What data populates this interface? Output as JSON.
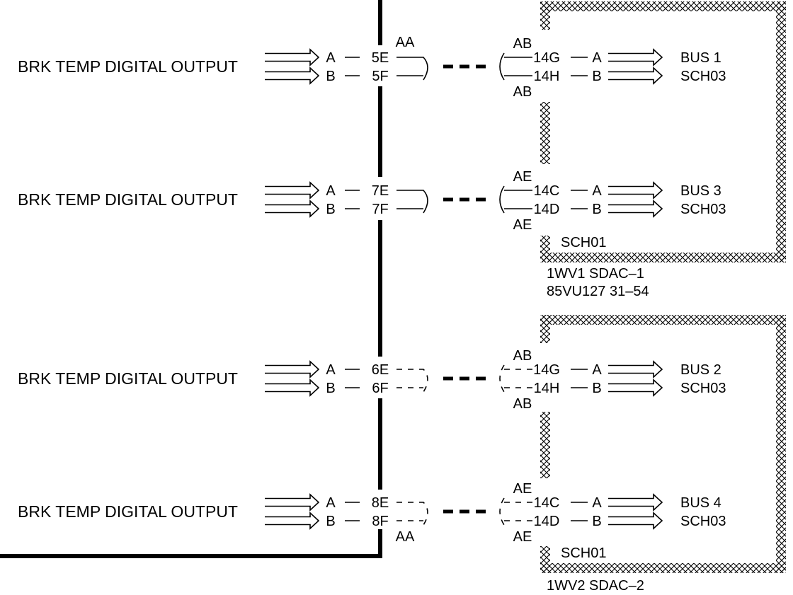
{
  "channels": [
    {
      "label": "BRK TEMP DIGITAL OUTPUT",
      "wire_a": "A",
      "wire_b": "B",
      "pin_a": "5E",
      "pin_b": "5F",
      "conn_left": "AA",
      "conn_left_pos": "top",
      "conn_right_top": "AB",
      "conn_right_bottom": "AB",
      "rpin_a": "14G",
      "rpin_b": "14H",
      "out_a": "A",
      "out_b": "B",
      "dest_1": "BUS 1",
      "dest_2": "SCH03",
      "style": "solid"
    },
    {
      "label": "BRK TEMP DIGITAL OUTPUT",
      "wire_a": "A",
      "wire_b": "B",
      "pin_a": "7E",
      "pin_b": "7F",
      "conn_left": "",
      "conn_left_pos": "",
      "conn_right_top": "AE",
      "conn_right_bottom": "AE",
      "rpin_a": "14C",
      "rpin_b": "14D",
      "out_a": "A",
      "out_b": "B",
      "dest_1": "BUS 3",
      "dest_2": "SCH03",
      "style": "solid"
    },
    {
      "label": "BRK TEMP DIGITAL OUTPUT",
      "wire_a": "A",
      "wire_b": "B",
      "pin_a": "6E",
      "pin_b": "6F",
      "conn_left": "",
      "conn_left_pos": "",
      "conn_right_top": "AB",
      "conn_right_bottom": "AB",
      "rpin_a": "14G",
      "rpin_b": "14H",
      "out_a": "A",
      "out_b": "B",
      "dest_1": "BUS 2",
      "dest_2": "SCH03",
      "style": "dashed"
    },
    {
      "label": "BRK TEMP DIGITAL OUTPUT",
      "wire_a": "A",
      "wire_b": "B",
      "pin_a": "8E",
      "pin_b": "8F",
      "conn_left": "AA",
      "conn_left_pos": "bottom",
      "conn_right_top": "AE",
      "conn_right_bottom": "AE",
      "rpin_a": "14C",
      "rpin_b": "14D",
      "out_a": "A",
      "out_b": "B",
      "dest_1": "BUS 4",
      "dest_2": "SCH03",
      "style": "dashed"
    }
  ],
  "boxes": [
    {
      "inner_label": "SCH01",
      "caption_1": "1WV1 SDAC–1",
      "caption_2": "85VU127  31–54"
    },
    {
      "inner_label": "SCH01",
      "caption_1": "1WV2 SDAC–2",
      "caption_2": ""
    }
  ]
}
